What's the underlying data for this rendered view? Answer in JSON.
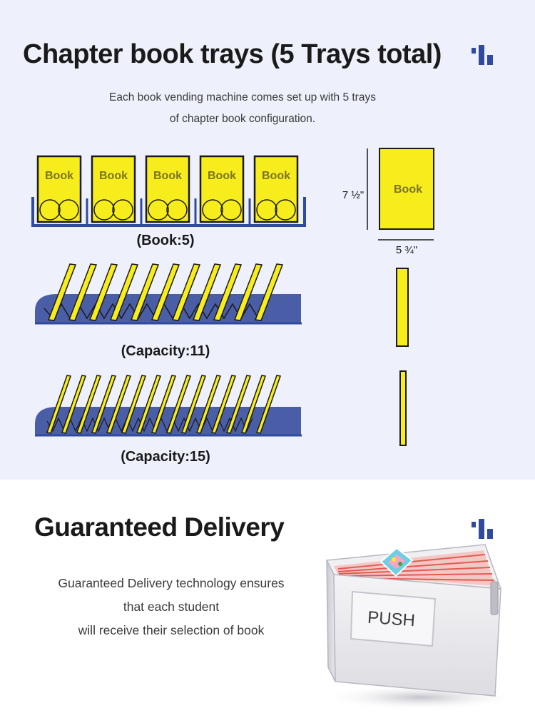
{
  "section1": {
    "title": "Chapter book trays (5 Trays total)",
    "desc_line1": "Each book vending machine comes set up with 5 trays",
    "desc_line2": "of chapter book configuration.",
    "book_label": "Book",
    "book_caption": "(Book:5)",
    "capacity11_caption": "(Capacity:11)",
    "capacity15_caption": "(Capacity:15)",
    "dim_height": "7 ½\"",
    "dim_width": "5 ¾\""
  },
  "section2": {
    "title": "Guaranteed Delivery",
    "desc_line1": "Guaranteed Delivery technology ensures",
    "desc_line2": "that each student",
    "desc_line3": "will receive their selection of book",
    "push_label": "PUSH"
  },
  "colors": {
    "background_top": "#eef1fb",
    "accent_blue": "#2f4a9e",
    "tray_blue": "#4a5ea8",
    "book_yellow": "#f7ec1c",
    "book_label": "#7a7428"
  }
}
